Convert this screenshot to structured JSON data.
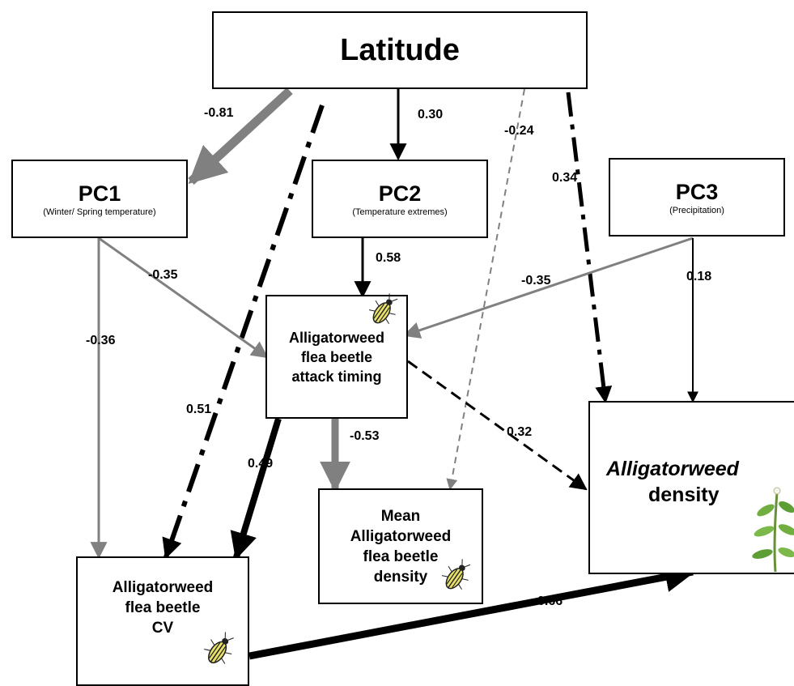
{
  "nodes": {
    "latitude": {
      "title": "Latitude"
    },
    "pc1": {
      "title": "PC1",
      "subtitle": "(Winter/ Spring temperature)"
    },
    "pc2": {
      "title": "PC2",
      "subtitle": "(Temperature extremes)"
    },
    "pc3": {
      "title": "PC3",
      "subtitle": "(Precipitation)"
    },
    "attack_timing": {
      "line1": "Alligatorweed",
      "line2": "flea beetle",
      "line3": "attack timing"
    },
    "mean_density": {
      "line1": "Mean",
      "line2": "Alligatorweed",
      "line3": "flea beetle",
      "line4": "density"
    },
    "beetle_cv": {
      "line1": "Alligatorweed",
      "line2": "flea beetle",
      "line3": "CV"
    },
    "weed_density": {
      "line1": "Alligatorweed",
      "line2": "density"
    }
  },
  "paths": [
    {
      "id": "lat-pc1",
      "coefficient": "-0.81",
      "style": "solid",
      "color": "#808080"
    },
    {
      "id": "lat-cv",
      "coefficient": "0.51",
      "style": "dash-dot",
      "color": "#000000"
    },
    {
      "id": "lat-pc2",
      "coefficient": "0.30",
      "style": "solid",
      "color": "#000000"
    },
    {
      "id": "lat-mean",
      "coefficient": "-0.24",
      "style": "dashed",
      "color": "#808080"
    },
    {
      "id": "lat-weed",
      "coefficient": "0.34",
      "style": "dash-dot",
      "color": "#000000"
    },
    {
      "id": "pc1-attack",
      "coefficient": "-0.35",
      "style": "solid",
      "color": "#808080"
    },
    {
      "id": "pc1-cv",
      "coefficient": "-0.36",
      "style": "solid",
      "color": "#808080"
    },
    {
      "id": "pc2-attack",
      "coefficient": "0.58",
      "style": "solid",
      "color": "#000000"
    },
    {
      "id": "pc3-attack",
      "coefficient": "-0.35",
      "style": "solid",
      "color": "#808080"
    },
    {
      "id": "pc3-weed",
      "coefficient": "0.18",
      "style": "solid",
      "color": "#000000"
    },
    {
      "id": "attack-weed",
      "coefficient": "0.32",
      "style": "dashed",
      "color": "#000000"
    },
    {
      "id": "attack-mean",
      "coefficient": "-0.53",
      "style": "solid",
      "color": "#808080"
    },
    {
      "id": "attack-cv",
      "coefficient": "0.49",
      "style": "solid",
      "color": "#000000"
    },
    {
      "id": "cv-weed",
      "coefficient": "0.66",
      "style": "solid",
      "color": "#000000"
    }
  ],
  "icons": [
    "flea-beetle-icon",
    "alligatorweed-plant-icon"
  ]
}
